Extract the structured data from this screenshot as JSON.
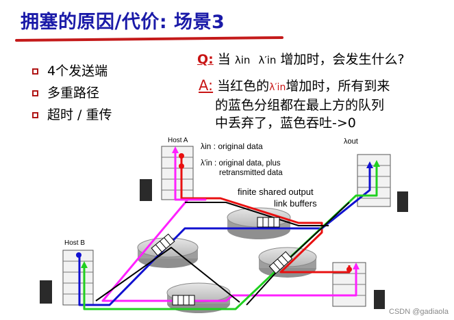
{
  "slide": {
    "title": "拥塞的原因/代价: 场景3",
    "bullets": [
      "4个发送端",
      "多重路径",
      "超时 / 重传"
    ],
    "question": {
      "label": "Q:",
      "prefix": " 当",
      "lambda_in": "λin",
      "lambda_in_prime": "λ′in",
      "suffix": " 增加时，会发生什么?"
    },
    "answer": {
      "label": "A:",
      "line1_a": "当红色的",
      "line1_lambda": "λ′in",
      "line1_b": "增加时，所有到来",
      "line2": "的蓝色分组都在最上方的队列",
      "line3": "中丢弃了，蓝色吞吐->0"
    }
  },
  "diagram": {
    "host_a_label": "Host A",
    "host_b_label": "Host B",
    "lambda_in_label": "λin",
    "lambda_in_desc": " : original data",
    "lambda_in_prime_label": "λ′in",
    "lambda_in_prime_desc1": " : original data, plus",
    "lambda_in_prime_desc2": "retransmitted data",
    "lambda_out_label": "λout",
    "buffer_note_line1": "finite shared output",
    "buffer_note_line2": "link buffers",
    "colors": {
      "red_flow": "#e81010",
      "blue_flow": "#1010d0",
      "magenta_flow": "#ff20ff",
      "green_flow": "#20d020",
      "title_blue": "#1a1aa8",
      "accent_red": "#c41a1a"
    }
  },
  "watermark": "CSDN @gadiaola"
}
